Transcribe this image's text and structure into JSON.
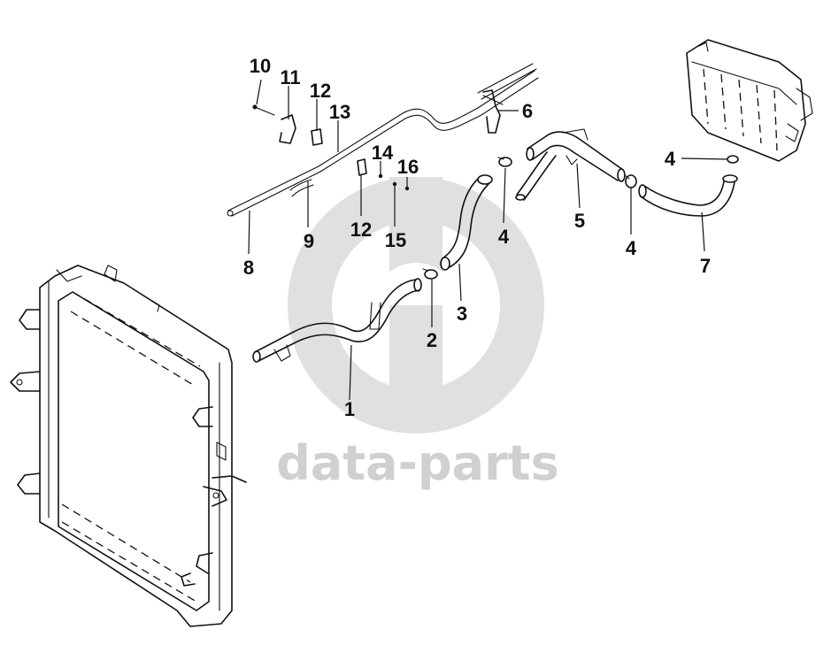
{
  "watermark": {
    "text": "data-parts",
    "color": "#c8c8c8"
  },
  "callouts": {
    "c1": "1",
    "c2": "2",
    "c3": "3",
    "c4a": "4",
    "c4b": "4",
    "c4c": "4",
    "c5": "5",
    "c6": "6",
    "c7": "7",
    "c8": "8",
    "c9": "9",
    "c10": "10",
    "c11": "11",
    "c12a": "12",
    "c12b": "12",
    "c13": "13",
    "c14": "14",
    "c15": "15",
    "c16": "16"
  },
  "colors": {
    "ink": "#111111",
    "paper": "#ffffff"
  }
}
